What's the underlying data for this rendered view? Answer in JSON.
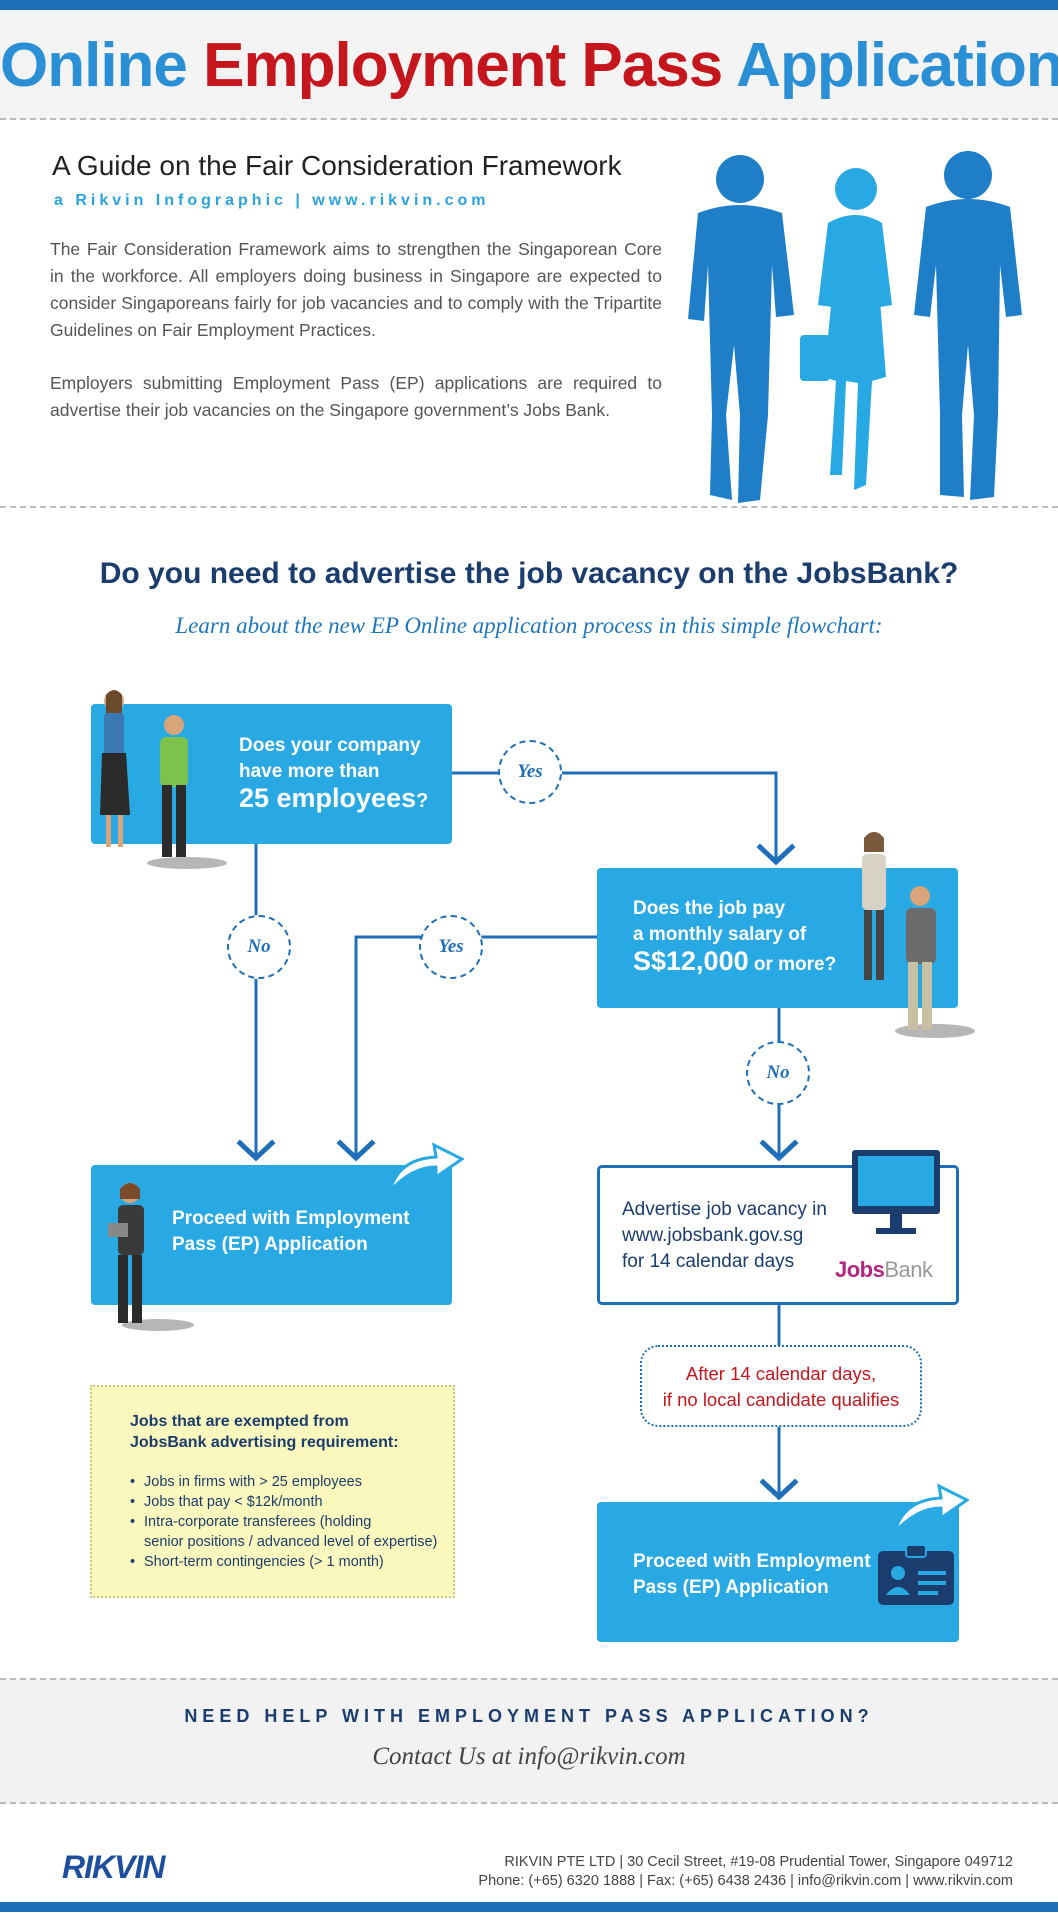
{
  "header": {
    "title_part1": "Online",
    "title_part2": "Employment Pass",
    "title_part3": "Application"
  },
  "intro": {
    "guide_title": "A Guide on the Fair Consideration Framework",
    "guide_subtitle": "a Rikvin Infographic | www.rikvin.com",
    "paragraph1": "The Fair Consideration Framework aims to strengthen the Singaporean Core in the workforce. All employers doing business in Singapore are expected to consider Singaporeans fairly for job vacancies and to comply with the Tripartite Guidelines on Fair Employment Practices.",
    "paragraph2": "Employers submitting Employment Pass (EP) applications are required to advertise their job vacancies on the Singapore government’s Jobs Bank."
  },
  "flow": {
    "question": "Do you need to advertise the job vacancy on the JobsBank?",
    "subtitle": "Learn about the new EP Online application process in this simple flowchart:",
    "q1_line1": "Does your company",
    "q1_line2": "have more than",
    "q1_big": "25 employees",
    "q1_mark": "?",
    "q2_line1": "Does the job pay",
    "q2_line2": "a monthly salary of",
    "q2_big": "S$12,000",
    "q2_tail": " or more?",
    "proceed_line1": "Proceed with Employment",
    "proceed_line2": "Pass (EP) Application",
    "advertise_line1": "Advertise job vacancy in",
    "advertise_line2": "www.jobsbank.gov.sg",
    "advertise_line3": "for 14 calendar days",
    "jobsbank_logo_jobs": "Jobs",
    "jobsbank_logo_bank": "Bank",
    "condition_line1": "After 14 calendar days,",
    "condition_line2": "if no local candidate qualifies",
    "final_line1": "Proceed with Employment",
    "final_line2": "Pass (EP) Application",
    "yes": "Yes",
    "no": "No"
  },
  "exempt": {
    "title": "Jobs that are exempted from JobsBank advertising requirement:",
    "items": [
      "Jobs in firms with > 25 employees",
      "Jobs that pay < $12k/month",
      "Intra-corporate transferees (holding",
      "senior positions / advanced level of expertise)",
      "Short-term contingencies (> 1 month)"
    ]
  },
  "help": {
    "title": "NEED HELP WITH EMPLOYMENT PASS APPLICATION?",
    "contact": "Contact Us at info@rikvin.com"
  },
  "footer": {
    "logo": "RIKVIN",
    "address_line1": "RIKVIN PTE LTD | 30 Cecil Street, #19-08 Prudential Tower, Singapore 049712",
    "address_line2": "Phone: (+65) 6320 1888 | Fax: (+65) 6438 2436 | info@rikvin.com | www.rikvin.com"
  },
  "colors": {
    "primary_blue": "#29a9e3",
    "dark_blue": "#1f6fb8",
    "accent_red": "#c4161c",
    "note_yellow": "#fbf8bd"
  }
}
